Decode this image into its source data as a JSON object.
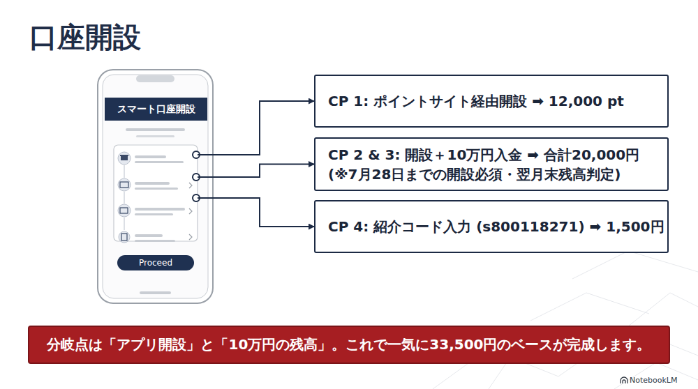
{
  "diagram": {
    "title": "口座開設",
    "nodes": [
      {
        "text": [
          "スマート口座開設",
          "Proceed"
        ]
      },
      {
        "text": [
          "CP 1: ポイントサイト経由開設 ➡ 12,000 pt"
        ]
      },
      {
        "text": [
          "CP 2 & 3: 開設＋10万円入金 ➡ 合計20,000円",
          "(※7月28日までの開設必須・翌月末残高判定)"
        ]
      },
      {
        "text": [
          "CP 4: 紹介コード入力 (s800118271) ➡ 1,500円"
        ]
      },
      {
        "text": [
          "分岐点は「アプリ開設」と「10万円の残高」。これで一気に33,500円のベースが完成します。"
        ]
      }
    ],
    "edges": [
      {
        "from": 0,
        "to": 1,
        "arrow": "to"
      },
      {
        "from": 0,
        "to": 2,
        "arrow": "to"
      },
      {
        "from": 0,
        "to": 3,
        "arrow": "to"
      }
    ],
    "labels": [
      "NotebookLM"
    ]
  }
}
